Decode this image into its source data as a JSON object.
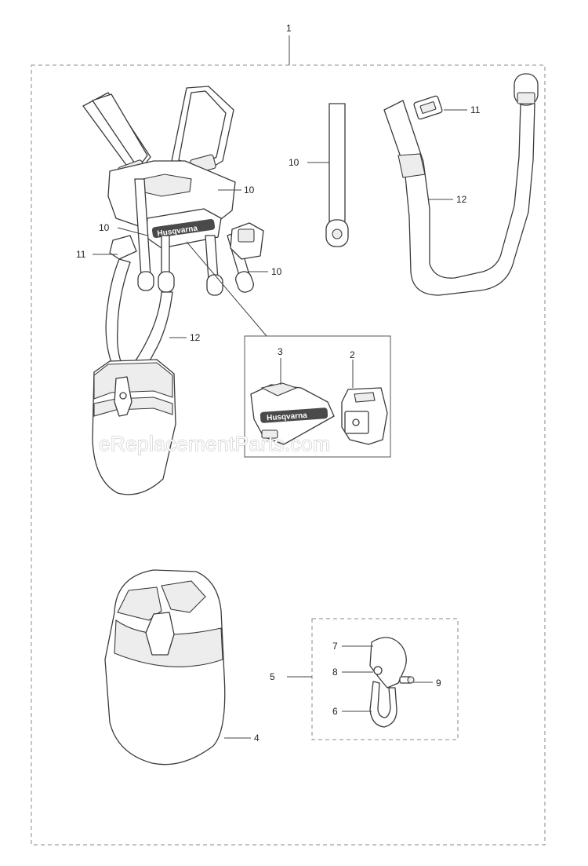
{
  "watermark": "eReplacementParts.com",
  "brand_logo": "Husqvarna",
  "callouts": {
    "main_assembly": "1",
    "pad_right": "2",
    "pad_left": "3",
    "hip_pad": "4",
    "hook_assembly": "5",
    "hook": "6",
    "hook_cover": "7",
    "hook_spring": "8",
    "hook_screw": "9",
    "strap": "10",
    "buckle": "11",
    "waist_belt": "12"
  }
}
